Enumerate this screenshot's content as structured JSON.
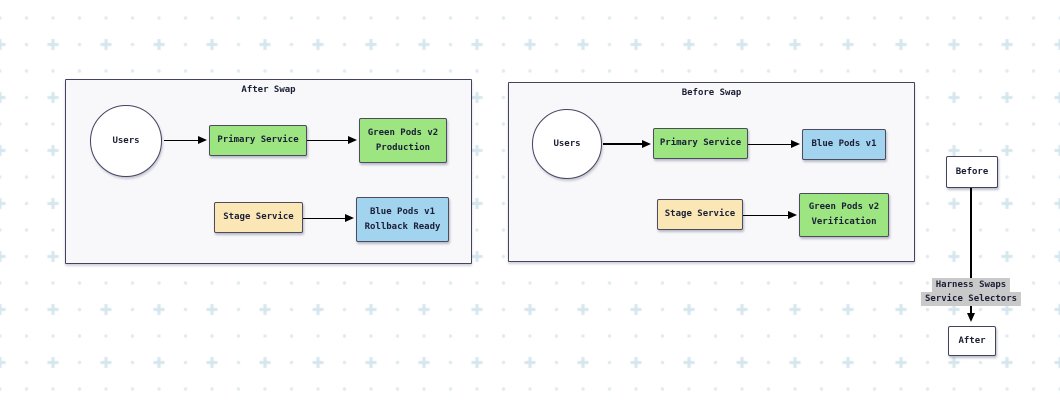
{
  "groups": {
    "after_swap": {
      "title": "After Swap",
      "users": "Users",
      "primary": "Primary Service",
      "top_right": "Green Pods v2\nProduction",
      "stage": "Stage Service",
      "bottom_right": "Blue Pods v1\nRollback Ready"
    },
    "before_swap": {
      "title": "Before Swap",
      "users": "Users",
      "primary": "Primary Service",
      "top_right": "Blue Pods v1",
      "stage": "Stage Service",
      "bottom_right": "Green Pods v2\nVerification"
    }
  },
  "transition": {
    "before": "Before",
    "after": "After",
    "edge_label_line1": "Harness Swaps",
    "edge_label_line2": "Service Selectors"
  },
  "colors": {
    "green": "#9ce580",
    "blue": "#a2d3ef",
    "tan": "#fbe7b6",
    "container_fill": "#f8f8fb",
    "border_dark": "#434360",
    "text": "#1b1f36",
    "arrow": "#000000",
    "edge_label_bg": "#c9c9c9",
    "pattern_dot": "#dbe9ee",
    "pattern_plus": "#d5e6ee"
  }
}
